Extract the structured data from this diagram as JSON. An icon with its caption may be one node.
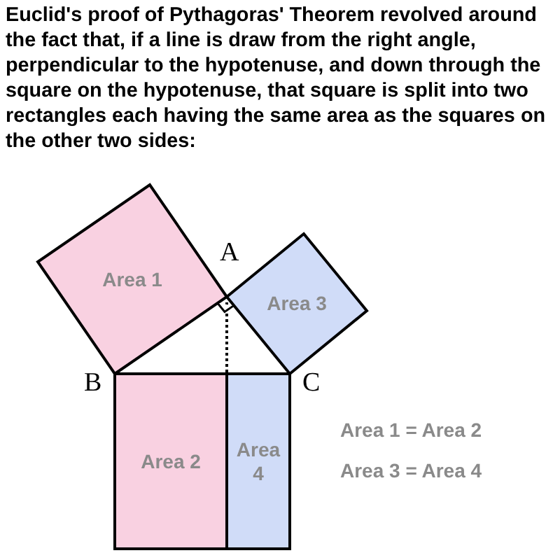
{
  "diagram": {
    "title": "Euclid's proof of Pythagoras' Theorem revolved around the fact that, if a line is draw from the right angle, perpendicular to the hypotenuse, and down through the square on the hypotenuse, that square is split into two rectangles each having the same area as the squares on the other two sides:",
    "nodes": [
      {
        "text": [
          "Area 1"
        ]
      },
      {
        "text": [
          "Area 3"
        ]
      },
      {
        "text": [
          "Area 2"
        ]
      },
      {
        "text": [
          "Area 4"
        ]
      }
    ],
    "labels": [
      "A",
      "B",
      "C",
      "Area 1 = Area 2",
      "Area 3 = Area 4"
    ]
  }
}
